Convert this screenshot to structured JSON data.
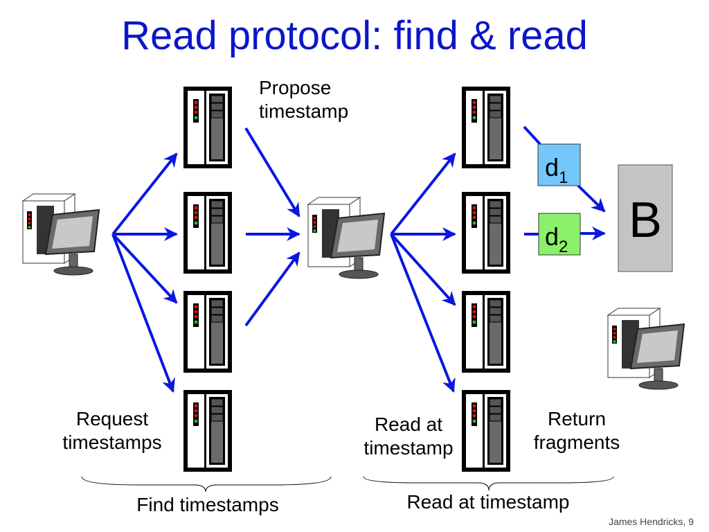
{
  "title": "Read protocol: find & read",
  "labels": {
    "propose": [
      "Propose",
      "timestamp"
    ],
    "request": [
      "Request",
      "timestamps"
    ],
    "read_at": [
      "Read at",
      "timestamp"
    ],
    "return": [
      "Return",
      "fragments"
    ],
    "find_group": "Find timestamps",
    "read_group": "Read at timestamp"
  },
  "fragments": [
    {
      "name": "d",
      "sub": "1",
      "color": "#74c7f9"
    },
    {
      "name": "d",
      "sub": "2",
      "color": "#8bf06a"
    }
  ],
  "block": {
    "label": "B",
    "color": "#c4c4c4"
  },
  "footer": "James Hendricks, 9",
  "colors": {
    "arrow": "#0b16e0",
    "title": "#0b16c8"
  }
}
